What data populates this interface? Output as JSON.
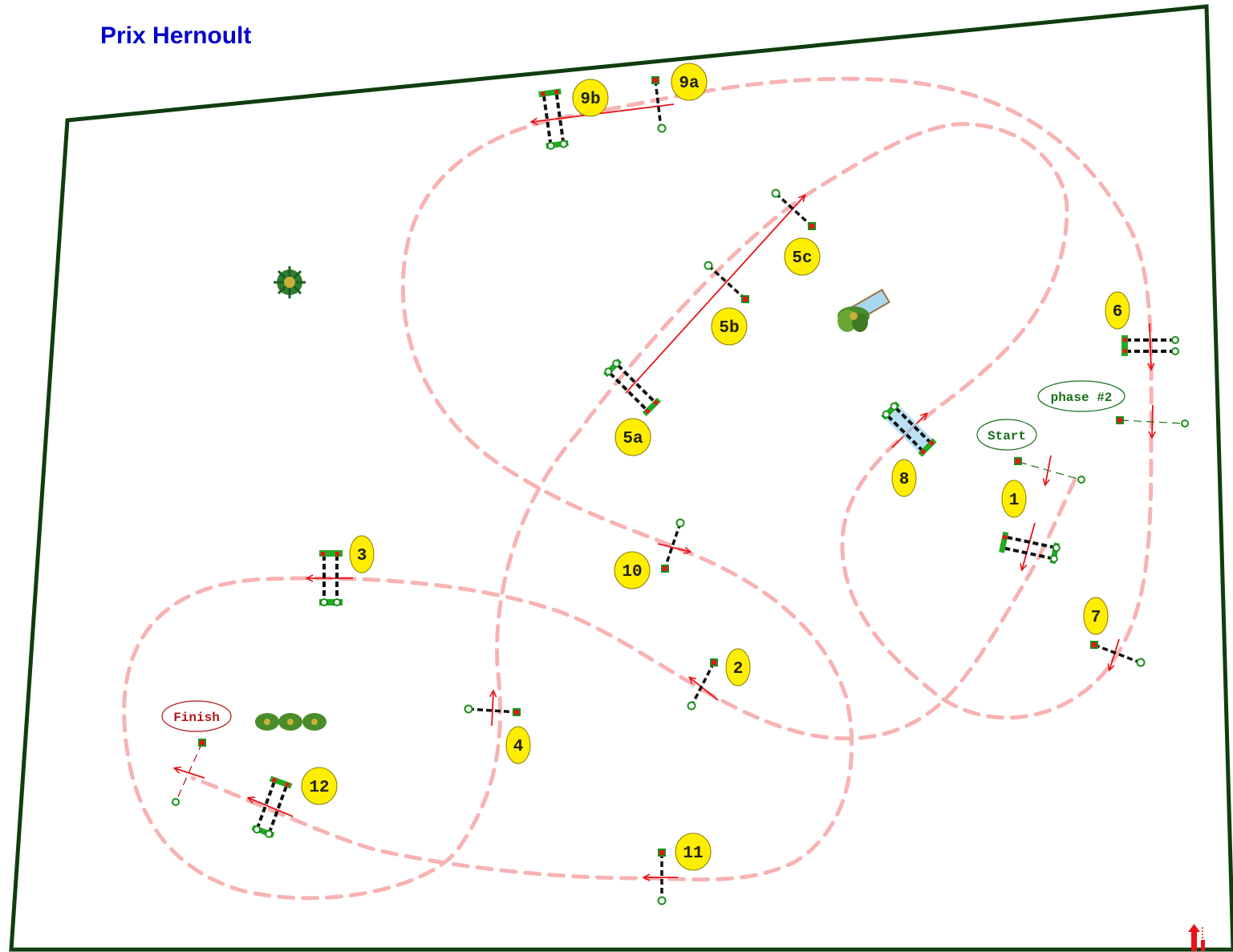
{
  "title": "Prix Hernoult",
  "tags": {
    "start": "Start",
    "phase2": "phase #2",
    "finish": "Finish"
  },
  "obstacles": [
    {
      "id": "1",
      "label": "1"
    },
    {
      "id": "2",
      "label": "2"
    },
    {
      "id": "3",
      "label": "3"
    },
    {
      "id": "4",
      "label": "4"
    },
    {
      "id": "5a",
      "label": "5a"
    },
    {
      "id": "5b",
      "label": "5b"
    },
    {
      "id": "5c",
      "label": "5c"
    },
    {
      "id": "6",
      "label": "6"
    },
    {
      "id": "7",
      "label": "7"
    },
    {
      "id": "8",
      "label": "8"
    },
    {
      "id": "9a",
      "label": "9a"
    },
    {
      "id": "9b",
      "label": "9b"
    },
    {
      "id": "10",
      "label": "10"
    },
    {
      "id": "11",
      "label": "11"
    },
    {
      "id": "12",
      "label": "12"
    }
  ],
  "colors": {
    "arena_border": "#0f3d0f",
    "route": "#f7b3b3",
    "number_fill": "#ffee00",
    "title": "#0000cc",
    "arrow": "#e8141a",
    "start_tag": "#1a6e1a",
    "finish_tag": "#b0141a"
  },
  "icons": [
    "tree-icon",
    "palm-tree-icon",
    "water-jump-icon",
    "entrance-gate-icon"
  ]
}
